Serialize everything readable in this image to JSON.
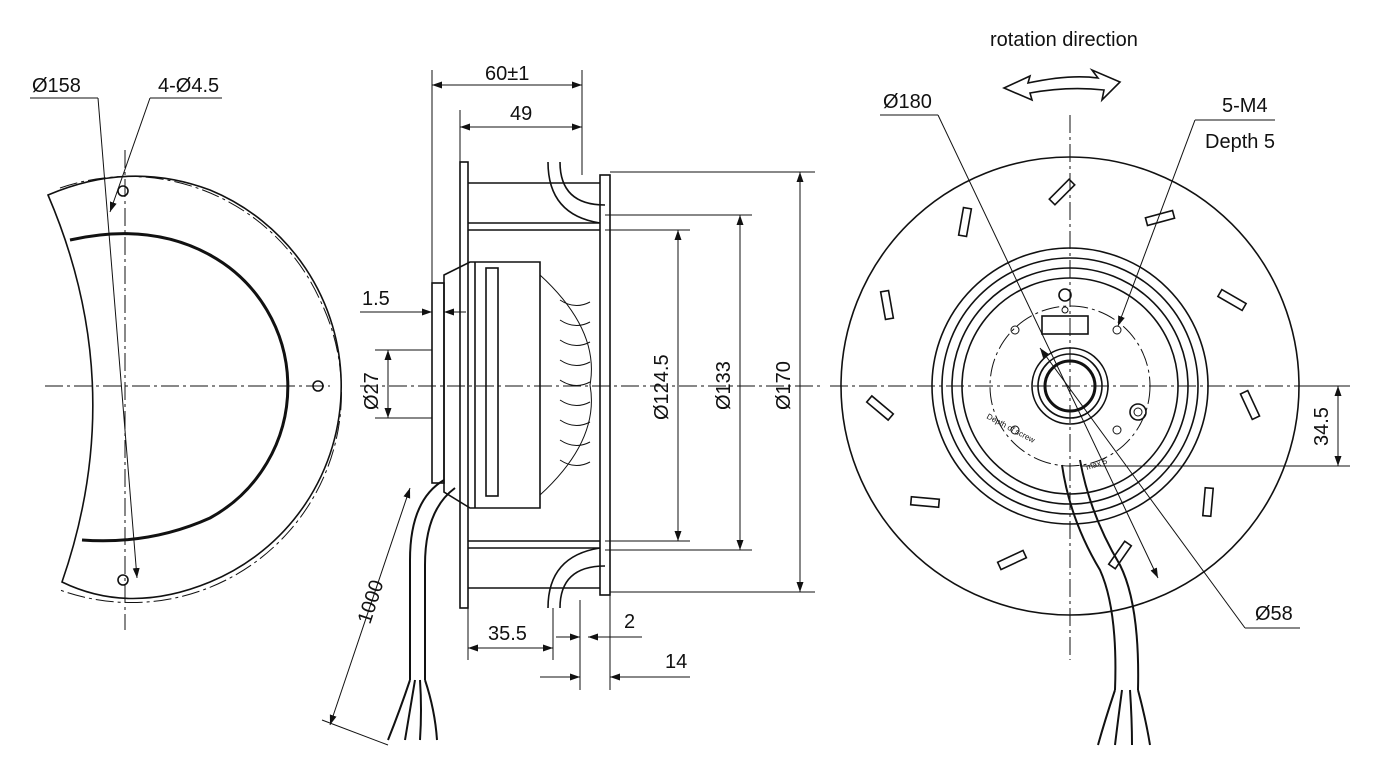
{
  "view_left": {
    "dim_outer_diameter": "Ø158",
    "dim_holes": "4-Ø4.5"
  },
  "view_side": {
    "dim_overall_width": "60±1",
    "dim_blade_width": "49",
    "dim_flange": "1.5",
    "dim_hub": "Ø27",
    "dim_inlet": "Ø124.5",
    "dim_ring": "Ø133",
    "dim_outer": "Ø170",
    "dim_cable": "1000",
    "dim_bottom_a": "35.5",
    "dim_bottom_b": "2",
    "dim_bottom_c": "14"
  },
  "view_right": {
    "rotation_label": "rotation direction",
    "dim_impeller": "Ø180",
    "dim_threads_line1": "5-M4",
    "dim_threads_line2": "Depth 5",
    "dim_hub_bore": "Ø58",
    "dim_offset": "34.5",
    "plate_label_1": "Depth of screw",
    "plate_label_2": "max 5"
  }
}
